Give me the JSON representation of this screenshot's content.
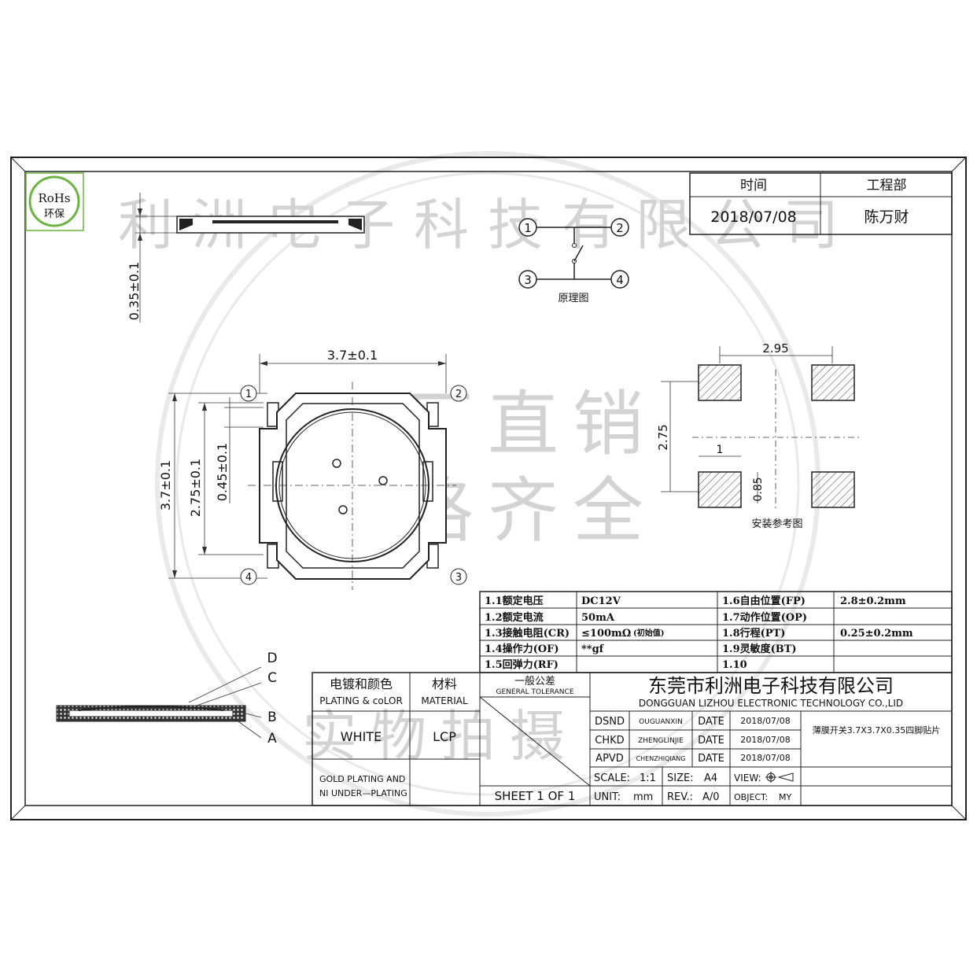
{
  "rohs": {
    "line1": "RoHs",
    "line2": "环保"
  },
  "approval": {
    "headers": [
      "时间",
      "工程部"
    ],
    "values": [
      "2018/07/08",
      "陈万财"
    ]
  },
  "dimensions": {
    "thickness": "0.35±0.1",
    "width": "3.7±0.1",
    "height": "3.7±0.1",
    "inner": "2.75±0.1",
    "hole": "0.45±0.1",
    "pad_pitch_x": "2.95",
    "pad_pitch_y": "2.75",
    "pad_w": "1",
    "pad_h": "0.85"
  },
  "pins": [
    "1",
    "2",
    "3",
    "4"
  ],
  "schematic_label": "原理图",
  "footprint_label": "安装参考图",
  "layers": [
    "D",
    "C",
    "B",
    "A"
  ],
  "specs": [
    {
      "k1": "1.1额定电压",
      "v1": "DC12V",
      "k2": "1.6自由位置(FP)",
      "v2": "2.8±0.2mm"
    },
    {
      "k1": "1.2额定电流",
      "v1": "50mA",
      "k2": "1.7动作位置(OP)",
      "v2": ""
    },
    {
      "k1": "1.3接触电阻(CR)",
      "v1": "≤100mΩ",
      "v1b": "(初始值)",
      "k2": "1.8行程(PT)",
      "v2": "0.25±0.2mm"
    },
    {
      "k1": "1.4操作力(OF)",
      "v1": "**gf",
      "k2": "1.9灵敏度(BT)",
      "v2": ""
    },
    {
      "k1": "1.5回弹力(RF)",
      "v1": "",
      "k2": "1.10",
      "v2": ""
    }
  ],
  "title_block": {
    "plating_cn": "电镀和颜色",
    "plating_en": "PLATING & coLOR",
    "material_cn": "材料",
    "material_en": "MATERIAL",
    "tolerance_cn": "一般公差",
    "tolerance_en": "GENERAL TOLERANCE",
    "color": "WHITE",
    "material": "LCP",
    "plating_note1": "GOLD PLATING AND",
    "plating_note2": "NI UNDER—PLATING",
    "sheet": "SHEET 1 OF 1",
    "company_cn": "东莞市利洲电子科技有限公司",
    "company_en": "DONGGUAN LIZHOU ELECTRONIC TECHNOLOGY CO.,LID",
    "rows": [
      {
        "role": "DSND",
        "name": "OUGUANXIN",
        "date_label": "DATE",
        "date": "2018/07/08"
      },
      {
        "role": "CHKD",
        "name": "ZHENGLINJIE",
        "date_label": "DATE",
        "date": "2018/07/08"
      },
      {
        "role": "APVD",
        "name": "CHENZHIQIANG",
        "date_label": "DATE",
        "date": "2018/07/08"
      }
    ],
    "part_name": "薄膜开关3.7X3.7X0.35四脚贴片",
    "scale_label": "SCALE:",
    "scale": "1:1",
    "size_label": "SIZE:",
    "size": "A4",
    "view_label": "VIEW:",
    "unit_label": "UNIT:",
    "unit": "mm",
    "rev_label": "REV.:",
    "rev": "A/0",
    "object_label": "OBJECT:",
    "object": "MY"
  },
  "watermark": {
    "ring": "利洲电子科技有限公司",
    "line1": "工厂直销",
    "line2": "规格齐全",
    "line3": "实物拍摄"
  }
}
